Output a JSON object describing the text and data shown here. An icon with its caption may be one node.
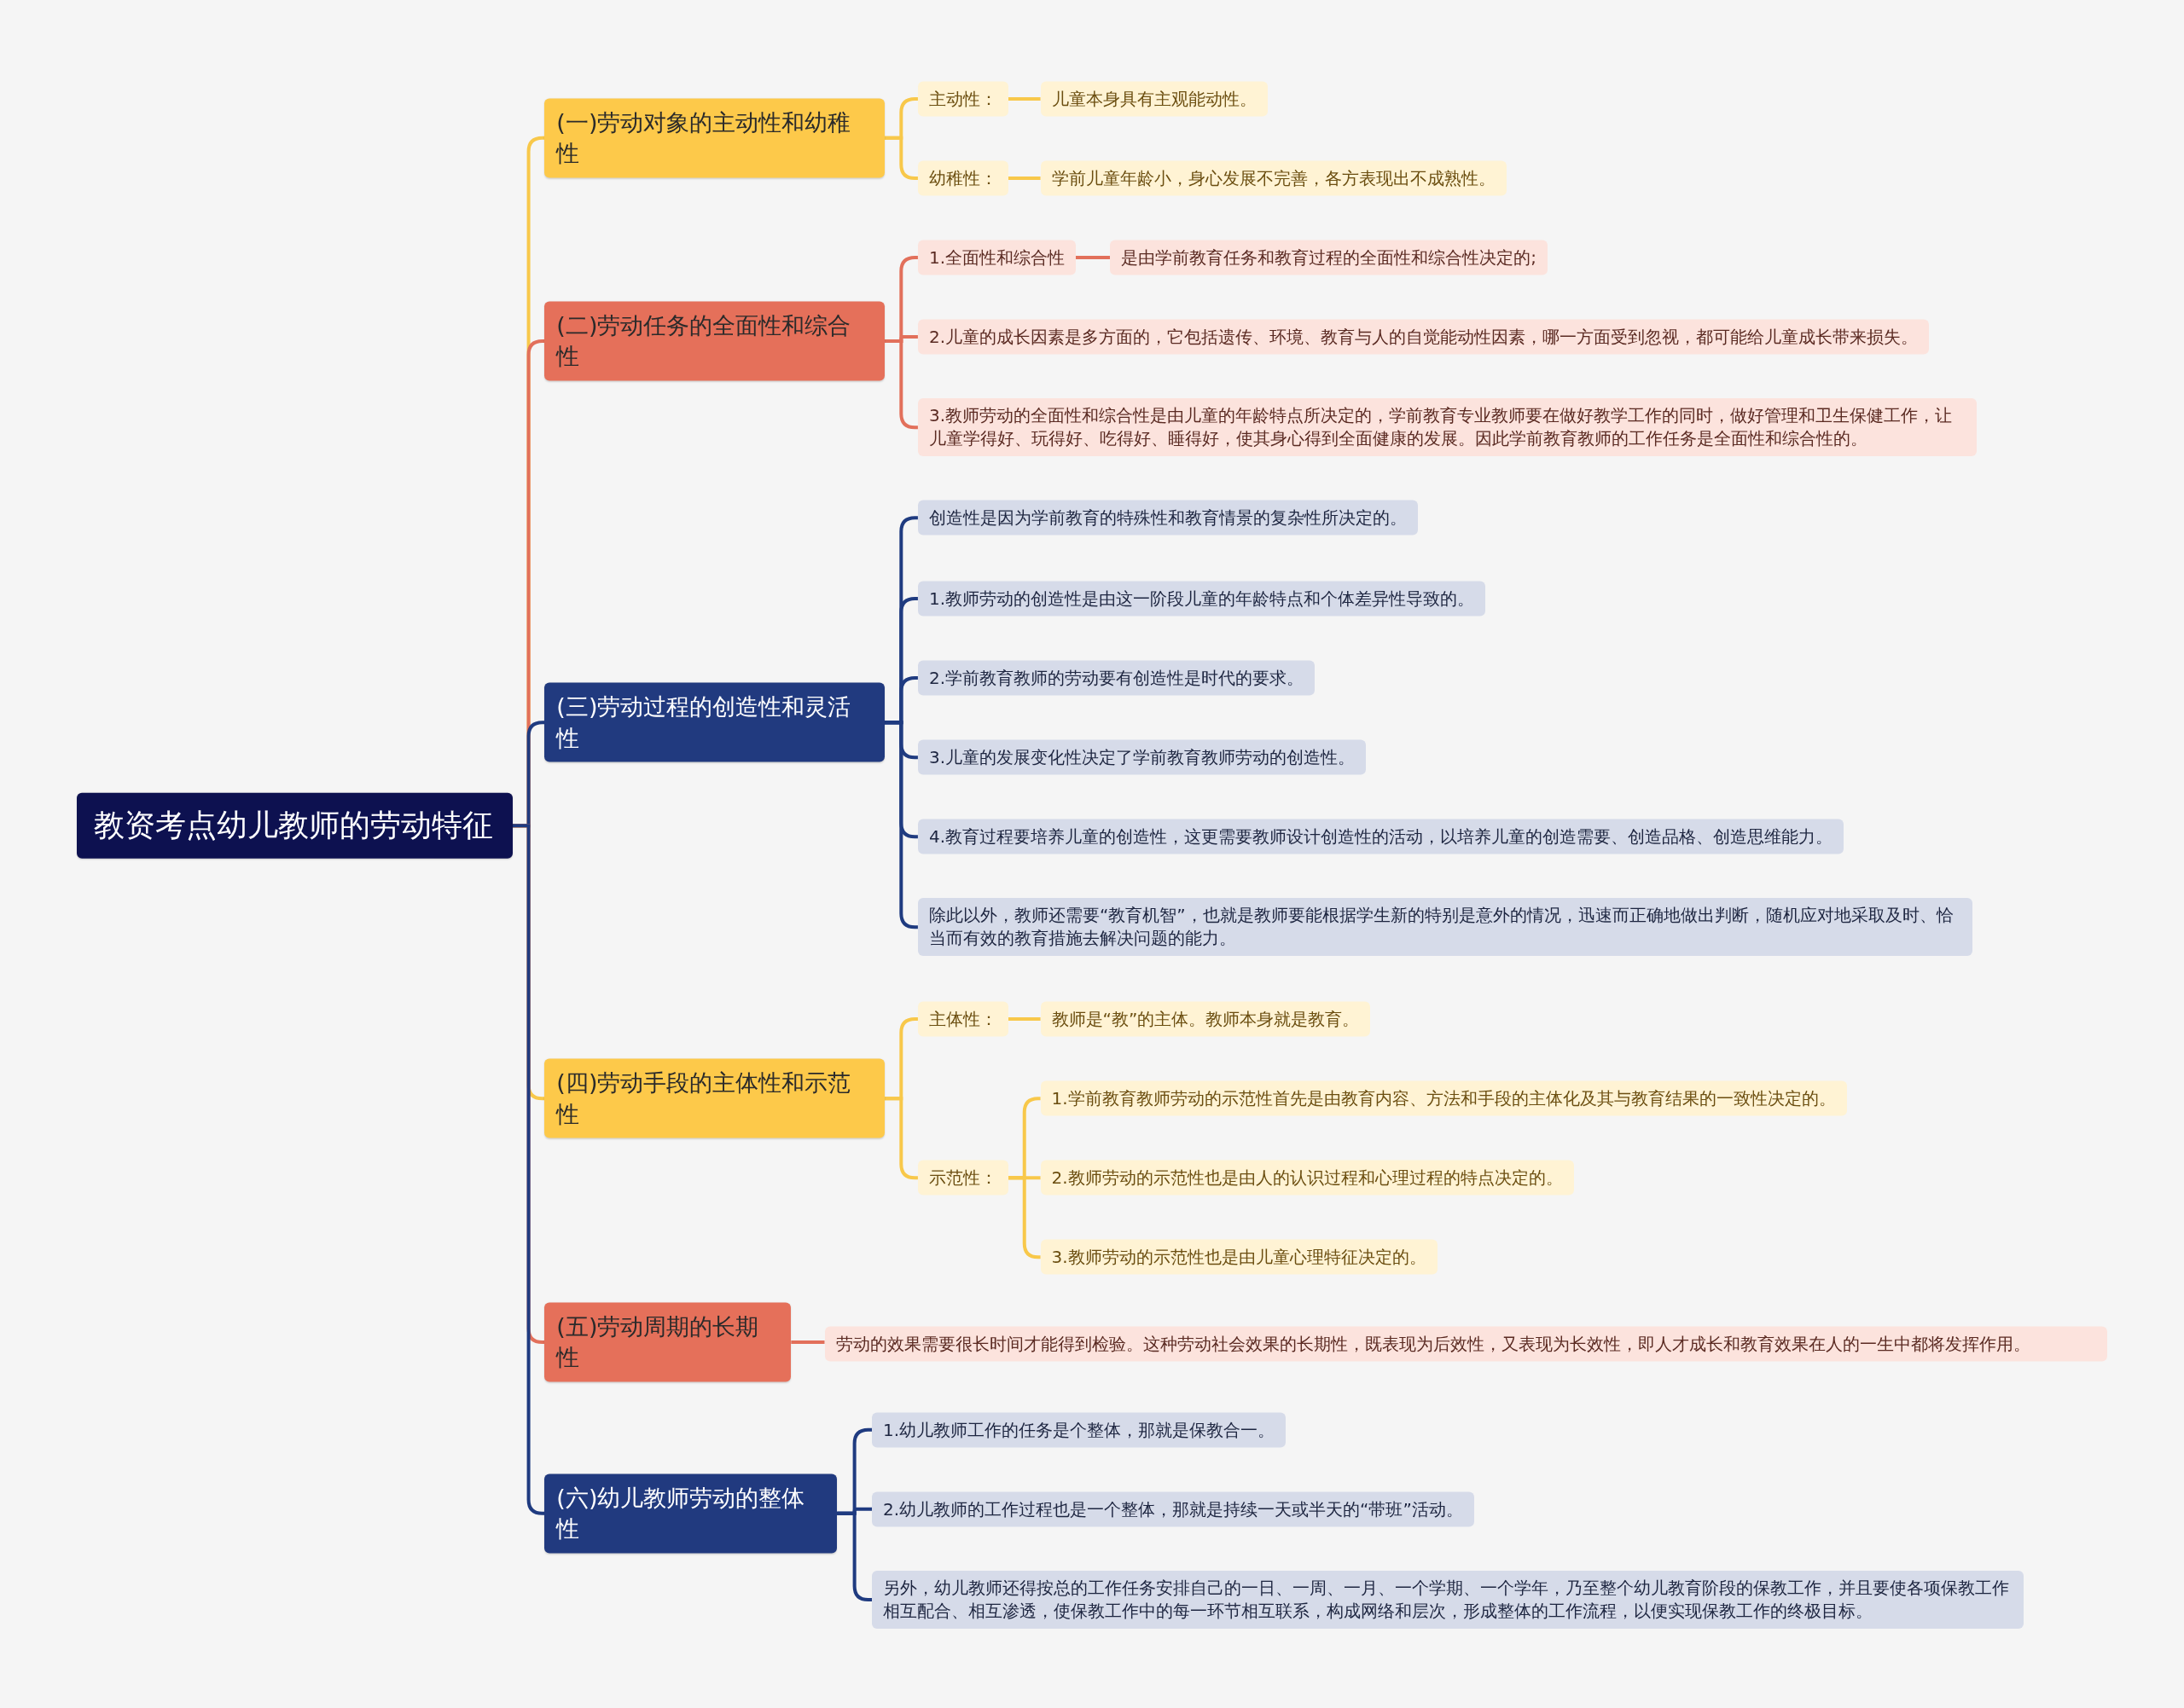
{
  "diagram": {
    "nodes": [
      {
        "text": [
          "教资考点幼儿教师的劳动特征"
        ]
      },
      {
        "text": [
          "(一)劳动对象的主动性和幼稚性"
        ]
      },
      {
        "text": [
          "主动性："
        ]
      },
      {
        "text": [
          "儿童本身具有主观能动性。"
        ]
      },
      {
        "text": [
          "幼稚性："
        ]
      },
      {
        "text": [
          "学前儿童年龄小，身心发展不完善，各方表现出不成熟性。"
        ]
      },
      {
        "text": [
          "(二)劳动任务的全面性和综合性"
        ]
      },
      {
        "text": [
          "1.全面性和综合性"
        ]
      },
      {
        "text": [
          "是由学前教育任务和教育过程的全面性和综合性决定的;"
        ]
      },
      {
        "text": [
          "2.儿童的成长因素是多方面的，它包括遗传、环境、教育与人的自觉能动性因素，哪一方面受到忽视，都可能给儿童成长带来损失。"
        ]
      },
      {
        "text": [
          "3.教师劳动的全面性和综合性是由儿童的年龄特点所决定的，学前教育专业教师要在做好教学工作的同时，做好管理和卫生保健工作，让儿童学得好、玩得好、吃得好、睡得好，使其身心得到全面健康的发展。因此学前教育教师的工作任务是全面性和综合性的。"
        ]
      },
      {
        "text": [
          "(三)劳动过程的创造性和灵活性"
        ]
      },
      {
        "text": [
          "创造性是因为学前教育的特殊性和教育情景的复杂性所决定的。"
        ]
      },
      {
        "text": [
          "1.教师劳动的创造性是由这一阶段儿童的年龄特点和个体差异性导致的。"
        ]
      },
      {
        "text": [
          "2.学前教育教师的劳动要有创造性是时代的要求。"
        ]
      },
      {
        "text": [
          "3.儿童的发展变化性决定了学前教育教师劳动的创造性。"
        ]
      },
      {
        "text": [
          "4.教育过程要培养儿童的创造性，这更需要教师设计创造性的活动，以培养儿童的创造需要、创造品格、创造思维能力。"
        ]
      },
      {
        "text": [
          "除此以外，教师还需要“教育机智”，也就是教师要能根据学生新的特别是意外的情况，迅速而正确地做出判断，随机应对地采取及时、恰当而有效的教育措施去解决问题的能力。"
        ]
      },
      {
        "text": [
          "(四)劳动手段的主体性和示范性"
        ]
      },
      {
        "text": [
          "主体性："
        ]
      },
      {
        "text": [
          "教师是“教”的主体。教师本身就是教育。"
        ]
      },
      {
        "text": [
          "示范性："
        ]
      },
      {
        "text": [
          "1.学前教育教师劳动的示范性首先是由教育内容、方法和手段的主体化及其与教育结果的一致性决定的。"
        ]
      },
      {
        "text": [
          "2.教师劳动的示范性也是由人的认识过程和心理过程的特点决定的。"
        ]
      },
      {
        "text": [
          "3.教师劳动的示范性也是由儿童心理特征决定的。"
        ]
      },
      {
        "text": [
          "(五)劳动周期的长期性"
        ]
      },
      {
        "text": [
          "劳动的效果需要很长时间才能得到检验。这种劳动社会效果的长期性，既表现为后效性，又表现为长效性，即人才成长和教育效果在人的一生中都将发挥作用。"
        ]
      },
      {
        "text": [
          "(六)幼儿教师劳动的整体性"
        ]
      },
      {
        "text": [
          "1.幼儿教师工作的任务是个整体，那就是保教合一。"
        ]
      },
      {
        "text": [
          "2.幼儿教师的工作过程也是一个整体，那就是持续一天或半天的“带班”活动。"
        ]
      },
      {
        "text": [
          "另外，幼儿教师还得按总的工作任务安排自己的一日、一周、一月、一个学期、一个学年，乃至整个幼儿教育阶段的保教工作，并且要使各项保教工作相互配合、相互渗透，使保教工作中的每一环节相互联系，构成网络和层次，形成整体的工作流程，以便实现保教工作的终极目标。"
        ]
      }
    ],
    "edges": [
      {
        "from": 0,
        "to": 1,
        "arrow": "none"
      },
      {
        "from": 1,
        "to": 2,
        "arrow": "none"
      },
      {
        "from": 2,
        "to": 3,
        "arrow": "none"
      },
      {
        "from": 1,
        "to": 4,
        "arrow": "none"
      },
      {
        "from": 4,
        "to": 5,
        "arrow": "none"
      },
      {
        "from": 0,
        "to": 6,
        "arrow": "none",
        "color": "#e2705b"
      },
      {
        "from": 6,
        "to": 7,
        "arrow": "none",
        "color": "#e2705b"
      },
      {
        "from": 7,
        "to": 8,
        "arrow": "none",
        "color": "#e2705b"
      },
      {
        "from": 6,
        "to": 9,
        "arrow": "none",
        "color": "#e2705b"
      },
      {
        "from": 6,
        "to": 10,
        "arrow": "none",
        "color": "#e2705b"
      },
      {
        "from": 0,
        "to": 11,
        "arrow": "none",
        "color": "#1f3b80"
      },
      {
        "from": 11,
        "to": 12,
        "arrow": "none",
        "color": "#1f3b80"
      },
      {
        "from": 11,
        "to": 13,
        "arrow": "none",
        "color": "#1f3b80"
      },
      {
        "from": 11,
        "to": 14,
        "arrow": "none",
        "color": "#1f3b80"
      },
      {
        "from": 11,
        "to": 15,
        "arrow": "none",
        "color": "#1f3b80"
      },
      {
        "from": 11,
        "to": 16,
        "arrow": "none",
        "color": "#1f3b80"
      },
      {
        "from": 11,
        "to": 17,
        "arrow": "none",
        "color": "#1f3b80"
      },
      {
        "from": 0,
        "to": 18,
        "arrow": "none"
      },
      {
        "from": 18,
        "to": 19,
        "arrow": "none"
      },
      {
        "from": 19,
        "to": 20,
        "arrow": "none"
      },
      {
        "from": 18,
        "to": 21,
        "arrow": "none"
      },
      {
        "from": 21,
        "to": 22,
        "arrow": "none"
      },
      {
        "from": 21,
        "to": 23,
        "arrow": "none"
      },
      {
        "from": 21,
        "to": 24,
        "arrow": "none"
      },
      {
        "from": 0,
        "to": 25,
        "arrow": "none",
        "color": "#e2705b"
      },
      {
        "from": 25,
        "to": 26,
        "arrow": "none",
        "color": "#e2705b"
      },
      {
        "from": 0,
        "to": 27,
        "arrow": "none",
        "color": "#1f3b80"
      },
      {
        "from": 27,
        "to": 28,
        "arrow": "none",
        "color": "#1f3b80"
      },
      {
        "from": 27,
        "to": 29,
        "arrow": "none",
        "color": "#1f3b80"
      },
      {
        "from": 27,
        "to": 30,
        "arrow": "none",
        "color": "#1f3b80"
      }
    ]
  }
}
